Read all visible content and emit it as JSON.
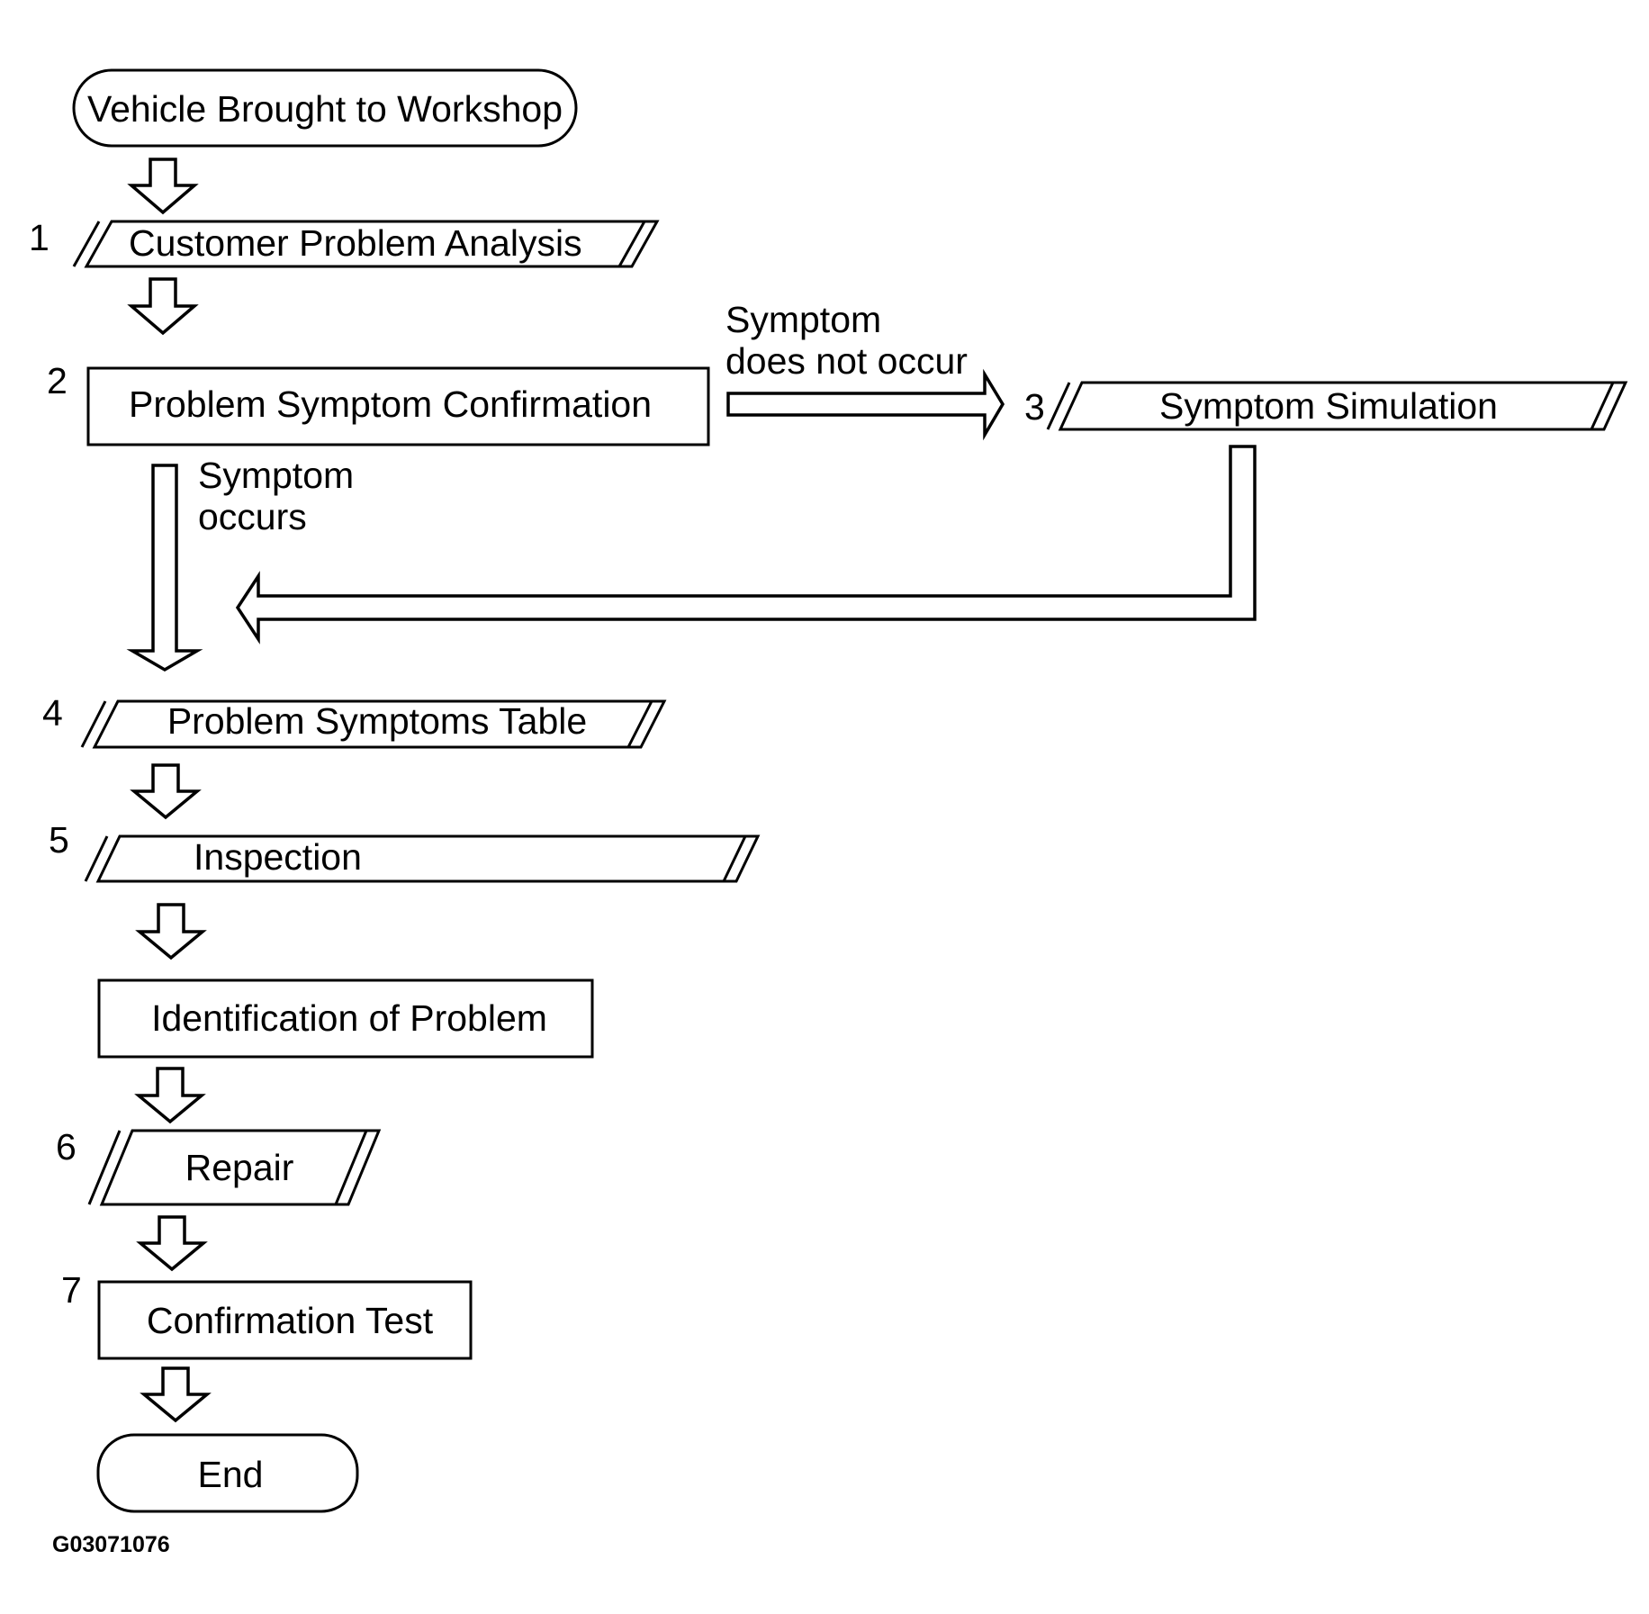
{
  "diagram": {
    "start": "Vehicle Brought to Workshop",
    "steps": [
      {
        "number": "1",
        "label": "Customer Problem Analysis"
      },
      {
        "number": "2",
        "label": "Problem Symptom Confirmation"
      },
      {
        "number": "3",
        "label": "Symptom Simulation"
      },
      {
        "number": "4",
        "label": "Problem Symptoms Table"
      },
      {
        "number": "5",
        "label": "Inspection"
      },
      {
        "number": "",
        "label": "Identification of Problem"
      },
      {
        "number": "6",
        "label": "Repair"
      },
      {
        "number": "7",
        "label": "Confirmation Test"
      }
    ],
    "end": "End",
    "branch_no": {
      "line1": "Symptom",
      "line2": "does not occur"
    },
    "branch_yes": {
      "line1": "Symptom",
      "line2": "occurs"
    },
    "figure_code": "G03071076"
  }
}
